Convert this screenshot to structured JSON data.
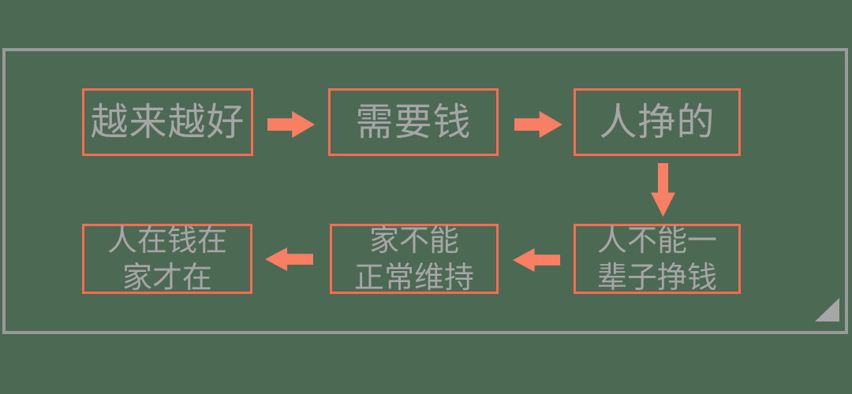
{
  "colors": {
    "background": "#4C6A53",
    "frame_border": "#9A9A9A",
    "box_border": "#FA6C4F",
    "arrow_fill": "#F87F63",
    "text": "#A6A6A6",
    "corner_triangle": "#A6A6A6"
  },
  "diagram": {
    "top_row": [
      {
        "label": "越来越好"
      },
      {
        "label": "需要钱"
      },
      {
        "label": "人挣的"
      }
    ],
    "bottom_row": [
      {
        "line1": "人在钱在",
        "line2": "家才在"
      },
      {
        "line1": "家不能",
        "line2": "正常维持"
      },
      {
        "line1": "人不能一",
        "line2": "辈子挣钱"
      }
    ],
    "arrows": [
      {
        "direction": "right",
        "from": "越来越好",
        "to": "需要钱"
      },
      {
        "direction": "right",
        "from": "需要钱",
        "to": "人挣的"
      },
      {
        "direction": "down",
        "from": "人挣的",
        "to": "人不能一辈子挣钱"
      },
      {
        "direction": "left",
        "from": "人不能一辈子挣钱",
        "to": "家不能正常维持"
      },
      {
        "direction": "left",
        "from": "家不能正常维持",
        "to": "人在钱在家才在"
      }
    ]
  }
}
